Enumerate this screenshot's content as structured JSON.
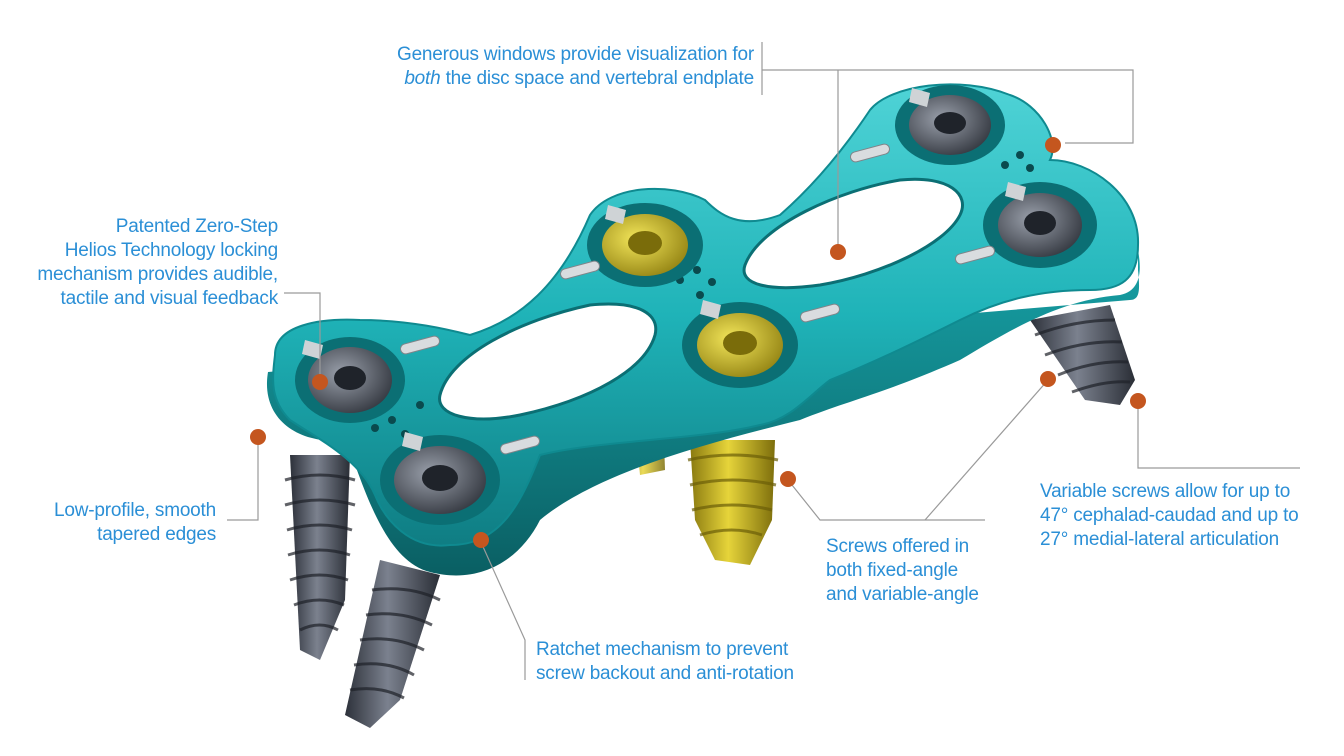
{
  "colors": {
    "label_text": "#2b8fd6",
    "leader_line": "#9a9a9a",
    "callout_dot": "#c4561f",
    "plate": "#1fb3b8",
    "plate_dark": "#0f7d83",
    "screw_fixed": "#d8c21c",
    "screw_variable": "#4a4f5c",
    "lock_tab": "#cfd3d6"
  },
  "callouts": {
    "windows": {
      "line1": "Generous windows provide visualization for",
      "line2_em": "both",
      "line2_rest": " the disc space and vertebral endplate"
    },
    "locking": {
      "lines": [
        "Patented Zero-Step",
        "Helios Technology locking",
        "mechanism provides audible,",
        "tactile and visual feedback"
      ]
    },
    "edges": {
      "lines": [
        "Low-profile, smooth",
        "tapered edges"
      ]
    },
    "ratchet": {
      "lines": [
        "Ratchet mechanism to prevent",
        "screw backout and anti-rotation"
      ]
    },
    "screws_offered": {
      "lines": [
        "Screws offered in",
        "both fixed-angle",
        "and variable-angle"
      ]
    },
    "variable": {
      "lines": [
        "Variable screws allow for up to",
        "47° cephalad-caudad and up to",
        "27° medial-lateral articulation"
      ]
    }
  }
}
